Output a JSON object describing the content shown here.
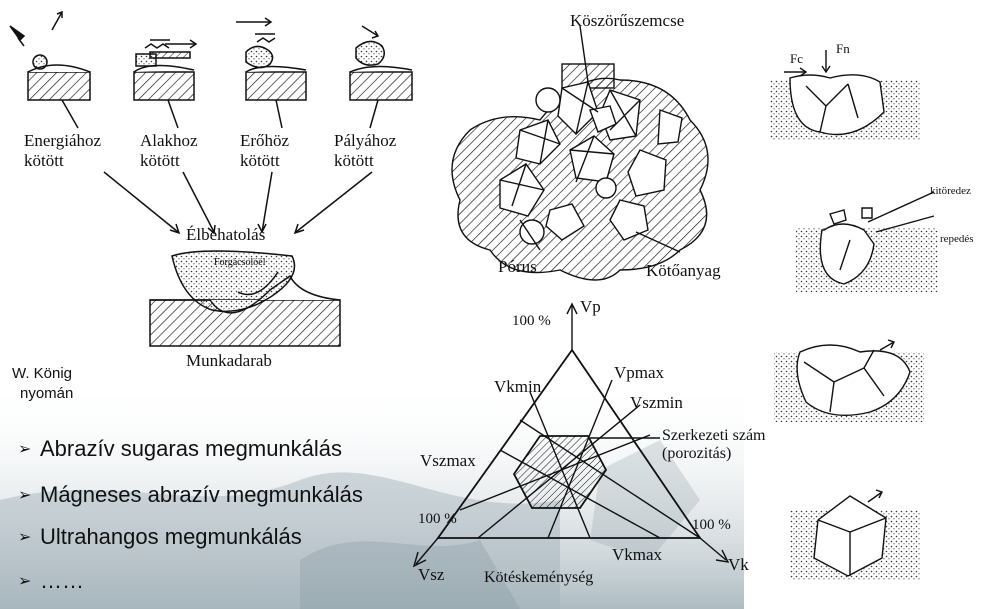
{
  "top_left": {
    "labels": [
      {
        "line1": "Energiához",
        "line2": "kötött"
      },
      {
        "line1": "Alakhoz",
        "line2": "kötött"
      },
      {
        "line1": "Erőhöz",
        "line2": "kötött"
      },
      {
        "line1": "Pályához",
        "line2": "kötött"
      }
    ],
    "center_title": "Élbehatolás",
    "chip_label": "Forgácsolóél",
    "workpiece_label": "Munkadarab",
    "credit_line1": "W. König",
    "credit_line2": "nyomán"
  },
  "grain": {
    "grain_label": "Köszörűszemcse",
    "pore_label": "Pórus",
    "binder_label": "Kötőanyag"
  },
  "triangle": {
    "vp": "Vp",
    "vpmax": "Vpmax",
    "vkmin": "Vkmin",
    "vszmin": "Vszmin",
    "vszmax": "Vszmax",
    "vkmax": "Vkmax",
    "vsz": "Vsz",
    "vk": "Vk",
    "pct_top": "100 %",
    "pct_left": "100 %",
    "pct_right": "100 %",
    "structure_line1": "Szerkezeti szám",
    "structure_line2": "(porozitás)",
    "bond_hardness": "Kötéskeménység"
  },
  "wear": {
    "fc": "Fc",
    "fn": "Fn",
    "breakout": "kitöredez",
    "crack": "repedés"
  },
  "bullets": [
    "Abrazív sugaras megmunkálás",
    "Mágneses abrazív megmunkálás",
    "Ultrahangos megmunkálás",
    "……"
  ],
  "colors": {
    "background_fade": "#b9c7cc",
    "ink": "#111111"
  }
}
